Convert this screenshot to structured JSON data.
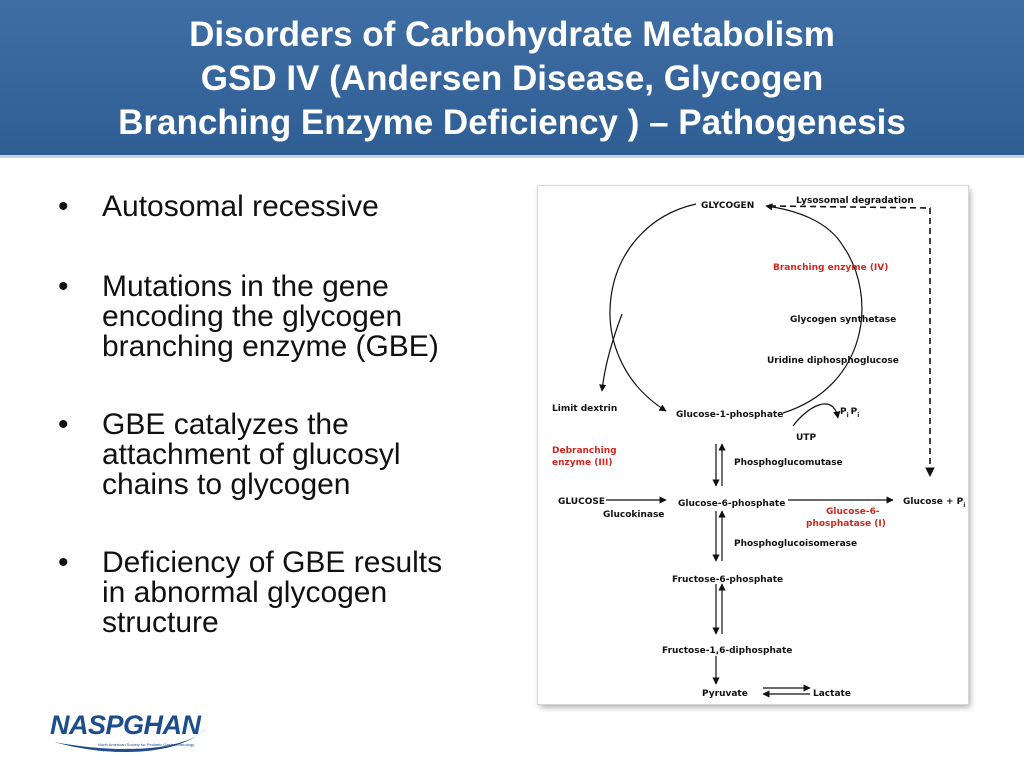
{
  "header": {
    "line1": "Disorders of Carbohydrate Metabolism",
    "line2": "GSD IV (Andersen Disease, Glycogen",
    "line3": "Branching Enzyme Deficiency ) – Pathogenesis"
  },
  "bullets": [
    {
      "line1": "Autosomal recessive"
    },
    {
      "line1": "Mutations in the gene",
      "line2": "encoding the glycogen",
      "line3": "branching enzyme (GBE)"
    },
    {
      "line1": "GBE catalyzes the",
      "line2": "attachment of glucosyl",
      "line3": "chains to glycogen"
    },
    {
      "line1": "Deficiency of GBE results",
      "line2": "in abnormal glycogen",
      "line3": "structure"
    }
  ],
  "bullet_symbol": "•",
  "diagram": {
    "glycogen": "GLYCOGEN",
    "lysosomal_degradation": "Lysosomal degradation",
    "branching_enzyme": "Branching enzyme (IV)",
    "glycogen_synthetase": "Glycogen synthetase",
    "uridine_diphosphoglucose": "Uridine diphosphoglucose",
    "limit_dextrin": "Limit dextrin",
    "glucose_1_phosphate": "Glucose-1-phosphate",
    "ppi_p1": "P",
    "ppi_p2": "P",
    "ppi_sub1": "i",
    "ppi_sub2": "i",
    "utp": "UTP",
    "debranching_line1": "Debranching",
    "debranching_line2": "enzyme (III)",
    "phosphoglucomutase": "Phosphoglucomutase",
    "glucose": "GLUCOSE",
    "glucose_6_phosphate": "Glucose-6-phosphate",
    "glucose_pi": "Glucose + P",
    "glucose_pi_sub": "i",
    "glucokinase": "Glucokinase",
    "g6pase_line1": "Glucose-6-",
    "g6pase_line2": "phosphatase (I)",
    "phosphoglucoisomerase": "Phosphoglucoisomerase",
    "fructose_6_phosphate": "Fructose-6-phosphate",
    "fructose_16_diphosphate": "Fructose-1,6-diphosphate",
    "pyruvate": "Pyruvate",
    "lactate": "Lactate",
    "colors": {
      "enzyme_deficiency": "#d1261f",
      "text": "#111111"
    }
  },
  "logo": {
    "name": "NASPGHAN",
    "tagline": "North American Society for Pediatric Gastroenterology, Hepatology and Nutrition",
    "color": "#1e4d8c"
  },
  "colors": {
    "header_bg": "#3466a0",
    "header_text": "#ffffff"
  }
}
